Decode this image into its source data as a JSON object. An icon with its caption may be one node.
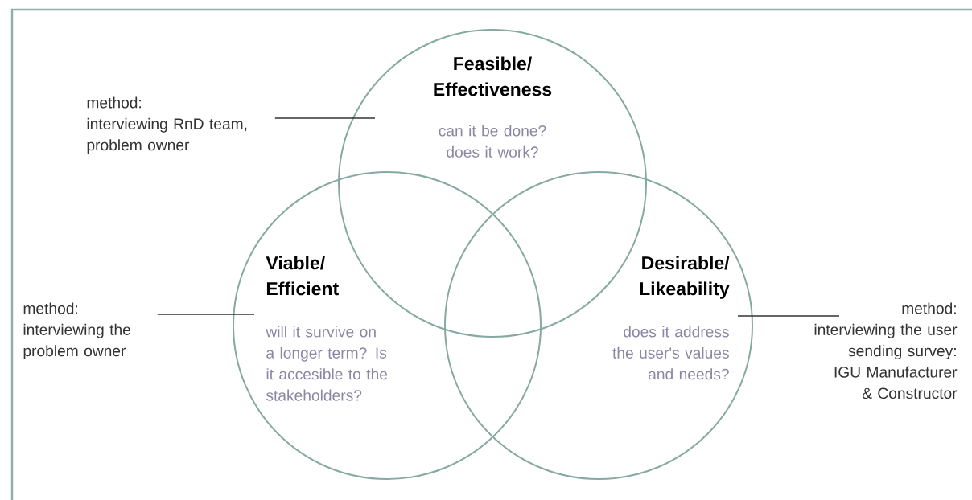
{
  "diagram": {
    "nodes": [
      {
        "text": [
          "Feasible/ Effectiveness",
          "can it be done? does it work?"
        ]
      },
      {
        "text": [
          "Viable/ Efficient",
          "will it survive on a longer term? Is it accesible to the stakeholders?"
        ]
      },
      {
        "text": [
          "Desirable/ Likeability",
          "does it address the user's values and needs?"
        ]
      },
      {
        "text": [
          "method:",
          "interviewing RnD team, problem owner"
        ]
      },
      {
        "text": [
          "method:",
          "interviewing the problem owner"
        ]
      },
      {
        "text": [
          "method:",
          "interviewing the user",
          "sending survey: IGU Manufacturer & Constructor"
        ]
      }
    ],
    "edges": [
      {
        "from": 3,
        "to": 0,
        "arrow": "none"
      },
      {
        "from": 4,
        "to": 1,
        "arrow": "none"
      },
      {
        "from": 5,
        "to": 2,
        "arrow": "none"
      }
    ]
  }
}
